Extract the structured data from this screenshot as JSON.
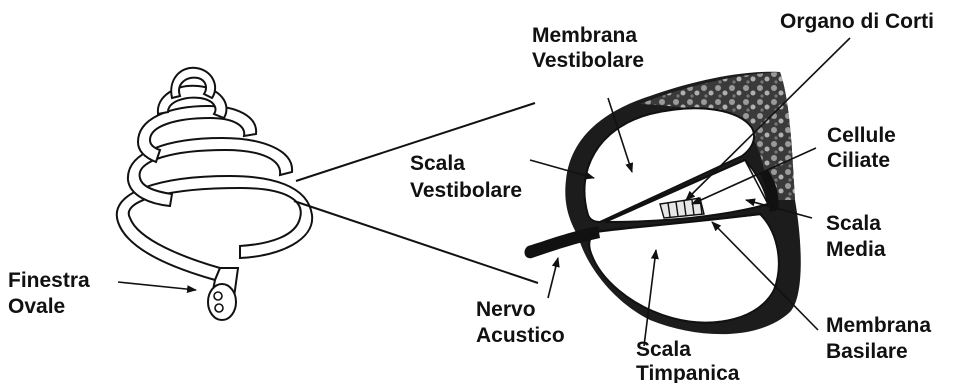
{
  "labels": {
    "membrana_vestibolare": [
      "Membrana",
      "Vestibolare"
    ],
    "organo_di_corti": "Organo di Corti",
    "cellule_ciliate": [
      "Cellule",
      "Ciliate"
    ],
    "scala_vestibolare": [
      "Scala",
      "Vestibolare"
    ],
    "scala_media": [
      "Scala",
      "Media"
    ],
    "finestra_ovale": [
      "Finestra",
      "Ovale"
    ],
    "nervo_acustico": [
      "Nervo",
      "Acustico"
    ],
    "scala_timpanica": [
      "Scala",
      "Timpanica"
    ],
    "membrana_basilare": [
      "Membrana",
      "Basilare"
    ]
  },
  "colors": {
    "ink": "#111111",
    "background": "#ffffff",
    "tissue_fill": "#555555"
  }
}
